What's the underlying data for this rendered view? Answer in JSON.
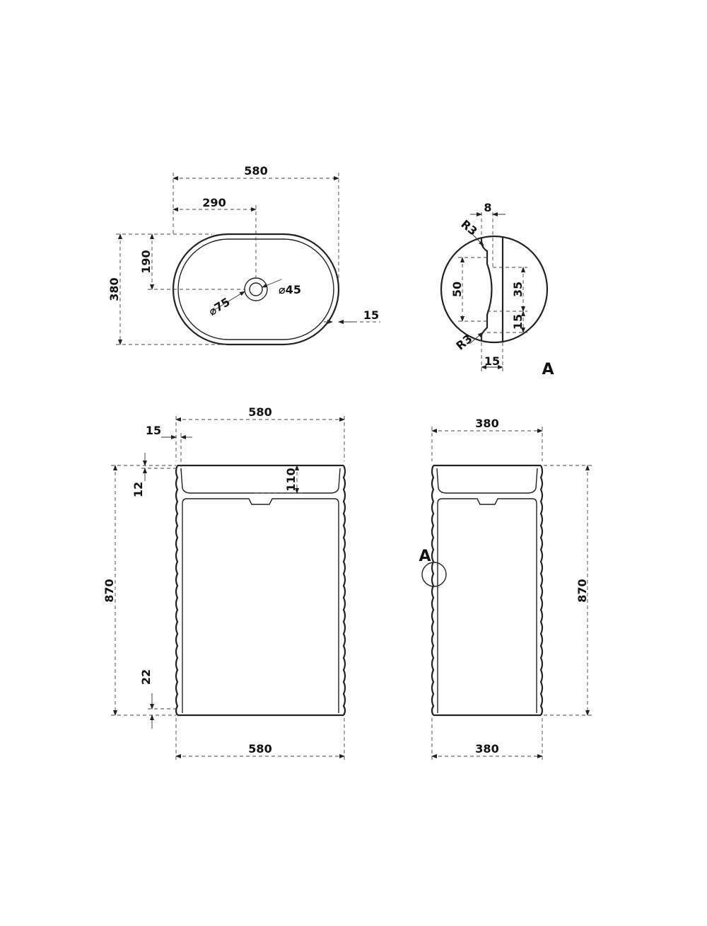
{
  "top_view": {
    "width": "580",
    "half_width": "290",
    "half_depth": "190",
    "depth": "380",
    "rim": "15",
    "drain_outer": "⌀75",
    "drain_inner": "⌀45"
  },
  "detail_a": {
    "groove_depth": "8",
    "radius_top": "R3",
    "radius_bottom": "R3",
    "groove_height": "50",
    "groove_inner": "35",
    "lip": "15",
    "pitch": "15",
    "label": "A"
  },
  "front_view": {
    "top_width": "580",
    "wall": "15",
    "rim_gap": "12",
    "bowl_depth": "110",
    "height": "870",
    "base": "22",
    "bottom_width": "580"
  },
  "side_view": {
    "top_width": "380",
    "height": "870",
    "bottom_width": "380",
    "callout": "A"
  },
  "colors": {
    "line": "#222222",
    "dimension": "#444444"
  }
}
